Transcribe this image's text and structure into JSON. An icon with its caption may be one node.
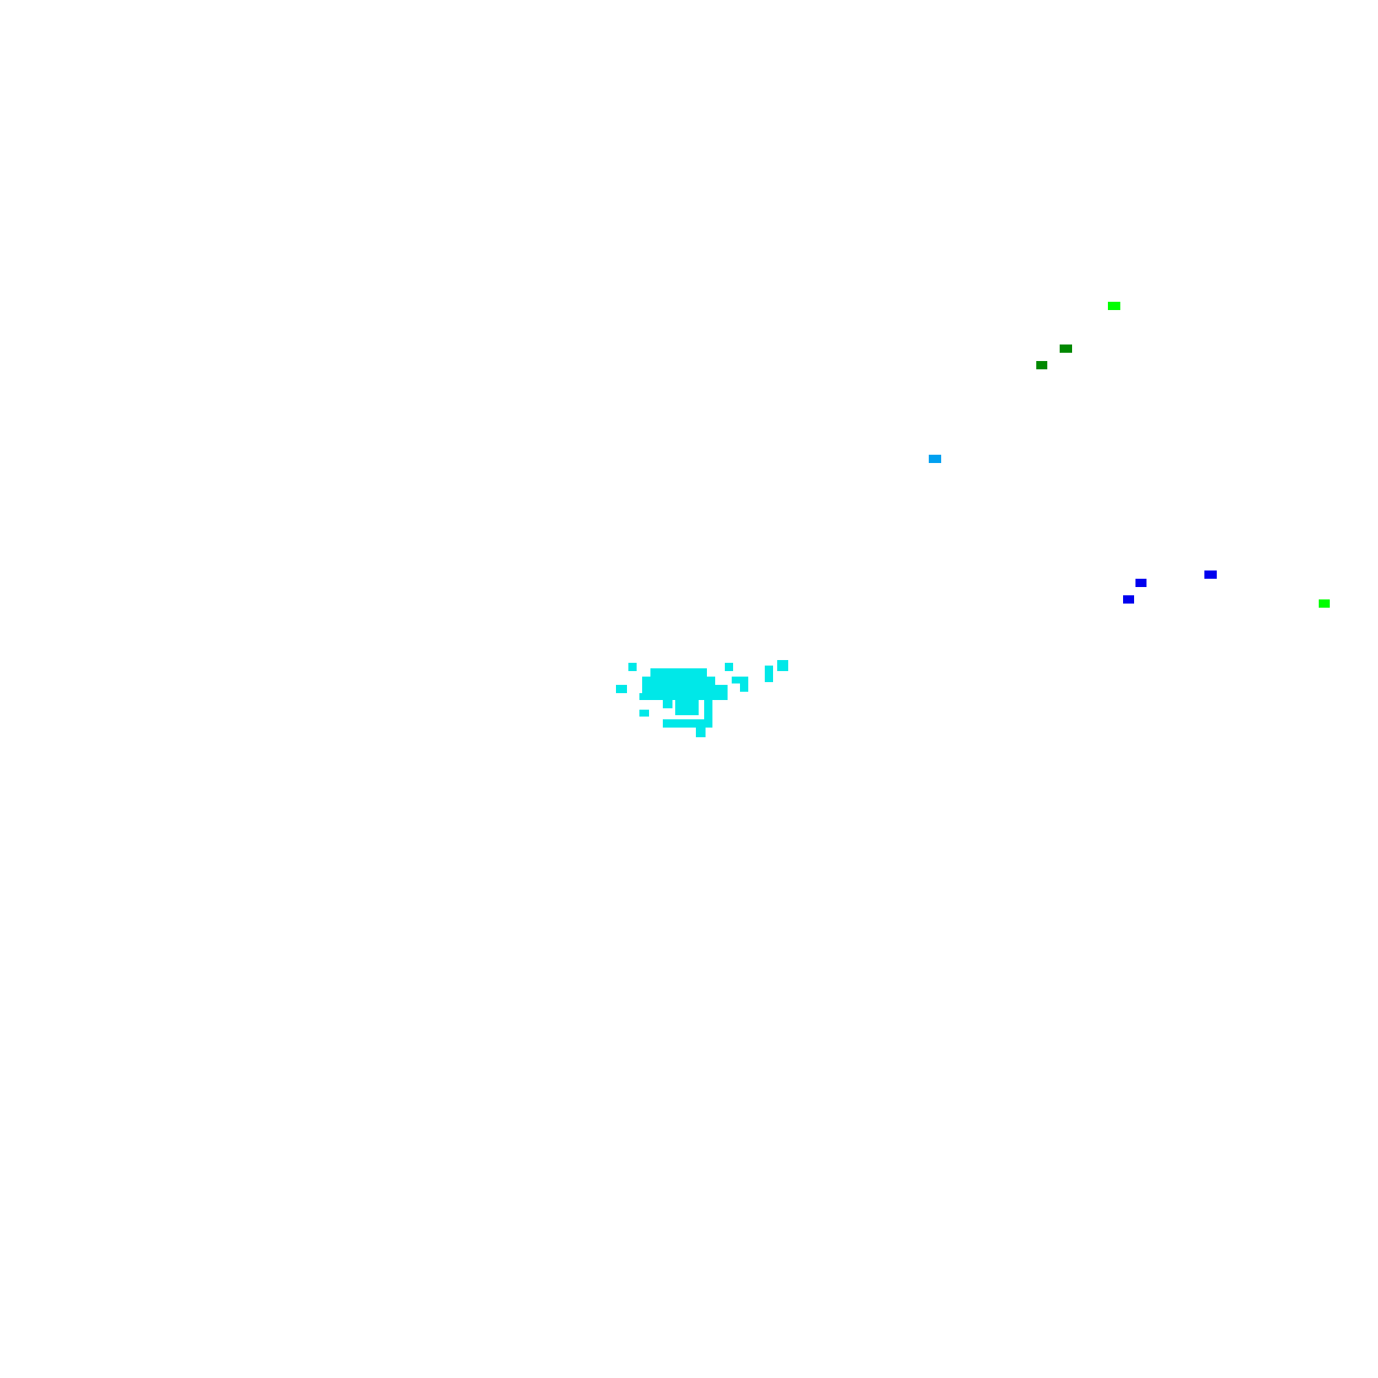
{
  "diagram": {
    "nodes": [
      {
        "text": [],
        "shape": "box"
      },
      {
        "text": [],
        "shape": "box"
      },
      {
        "text": [],
        "shape": "box"
      },
      {
        "text": [],
        "shape": "box"
      },
      {
        "text": [],
        "shape": "box"
      },
      {
        "text": [],
        "shape": "box"
      },
      {
        "text": [],
        "shape": "box"
      },
      {
        "text": [],
        "shape": "box"
      },
      {
        "text": [],
        "shape": "cloud"
      }
    ]
  }
}
